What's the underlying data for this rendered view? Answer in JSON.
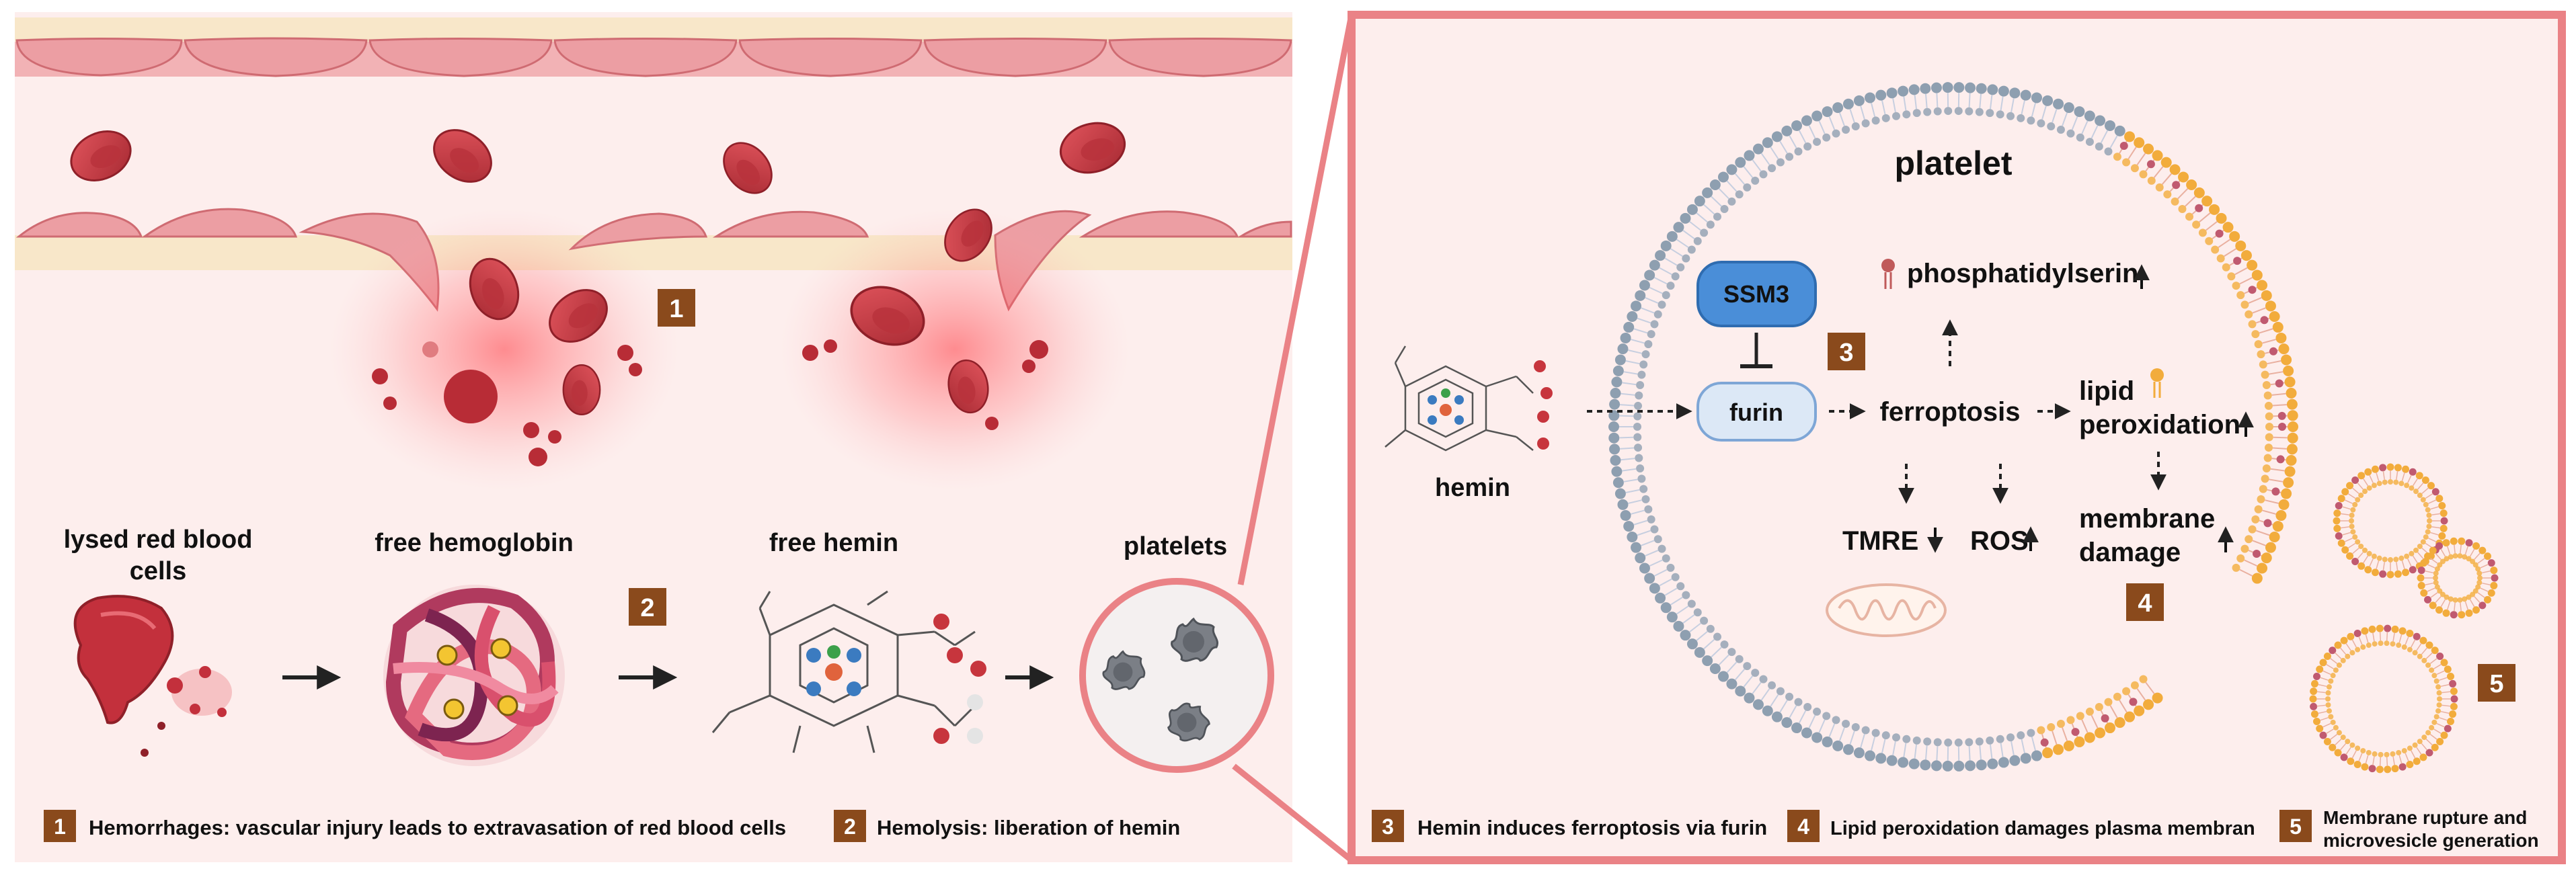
{
  "colors": {
    "badge": "#8a4a1c",
    "frame": "#ea8286",
    "background": "#fdeeed",
    "endothelium": "#f0a6aa",
    "rbc": "#c9404a",
    "membrane_head": "#8e9fb0",
    "oxidized_head": "#f2ac3c"
  },
  "left_panel": {
    "badge_top": "1",
    "badge_mid": "2",
    "labels": {
      "lysed": [
        "lysed red blood",
        "cells"
      ],
      "hemoglobin": "free hemoglobin",
      "hemin": "free hemin",
      "platelets": "platelets"
    }
  },
  "right_panel": {
    "title": "platelet",
    "hemin_label": "hemin",
    "ssm3": "SSM3",
    "furin": "furin",
    "ferroptosis": "ferroptosis",
    "phosphatidylserin": "phosphatidylserin",
    "lipid_peroxidation": [
      "lipid",
      "peroxidation"
    ],
    "tmre": "TMRE",
    "ros": "ROS",
    "membrane_damage": [
      "membrane",
      "damage"
    ],
    "badge_3": "3",
    "badge_4": "4",
    "badge_5": "5"
  },
  "legend": [
    {
      "num": "1",
      "text": "Hemorrhages: vascular injury leads to extravasation of red blood cells"
    },
    {
      "num": "2",
      "text": "Hemolysis: liberation of hemin"
    },
    {
      "num": "3",
      "text": "Hemin induces ferroptosis via furin"
    },
    {
      "num": "4",
      "text": "Lipid peroxidation  damages plasma membran"
    },
    {
      "num": "5",
      "lines": [
        "Membrane rupture and",
        "microvesicle generation"
      ]
    }
  ],
  "icons": [
    "red-blood-cell-icon",
    "lysed-cell-icon",
    "hemoglobin-icon",
    "hemin-molecule-icon",
    "platelet-icon",
    "mitochondrion-icon",
    "lipid-icon",
    "microvesicle-icon"
  ]
}
